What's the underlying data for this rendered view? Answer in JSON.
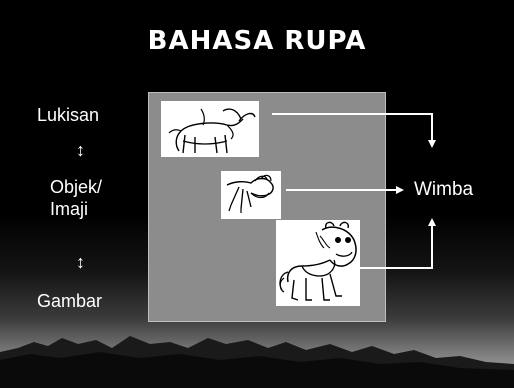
{
  "slide": {
    "title": "BAHASA RUPA",
    "left_labels": {
      "top": "Lukisan",
      "middle": "Objek/\nImaji",
      "bottom": "Gambar"
    },
    "up_down_arrow": "↕",
    "target_label": "Wimba"
  },
  "images": [
    {
      "name": "buffalo-drawing"
    },
    {
      "name": "hand-drawing"
    },
    {
      "name": "horse-cartoon"
    }
  ],
  "colors": {
    "background": "#000000",
    "panel": "#8c8c8c",
    "text": "#ffffff"
  }
}
